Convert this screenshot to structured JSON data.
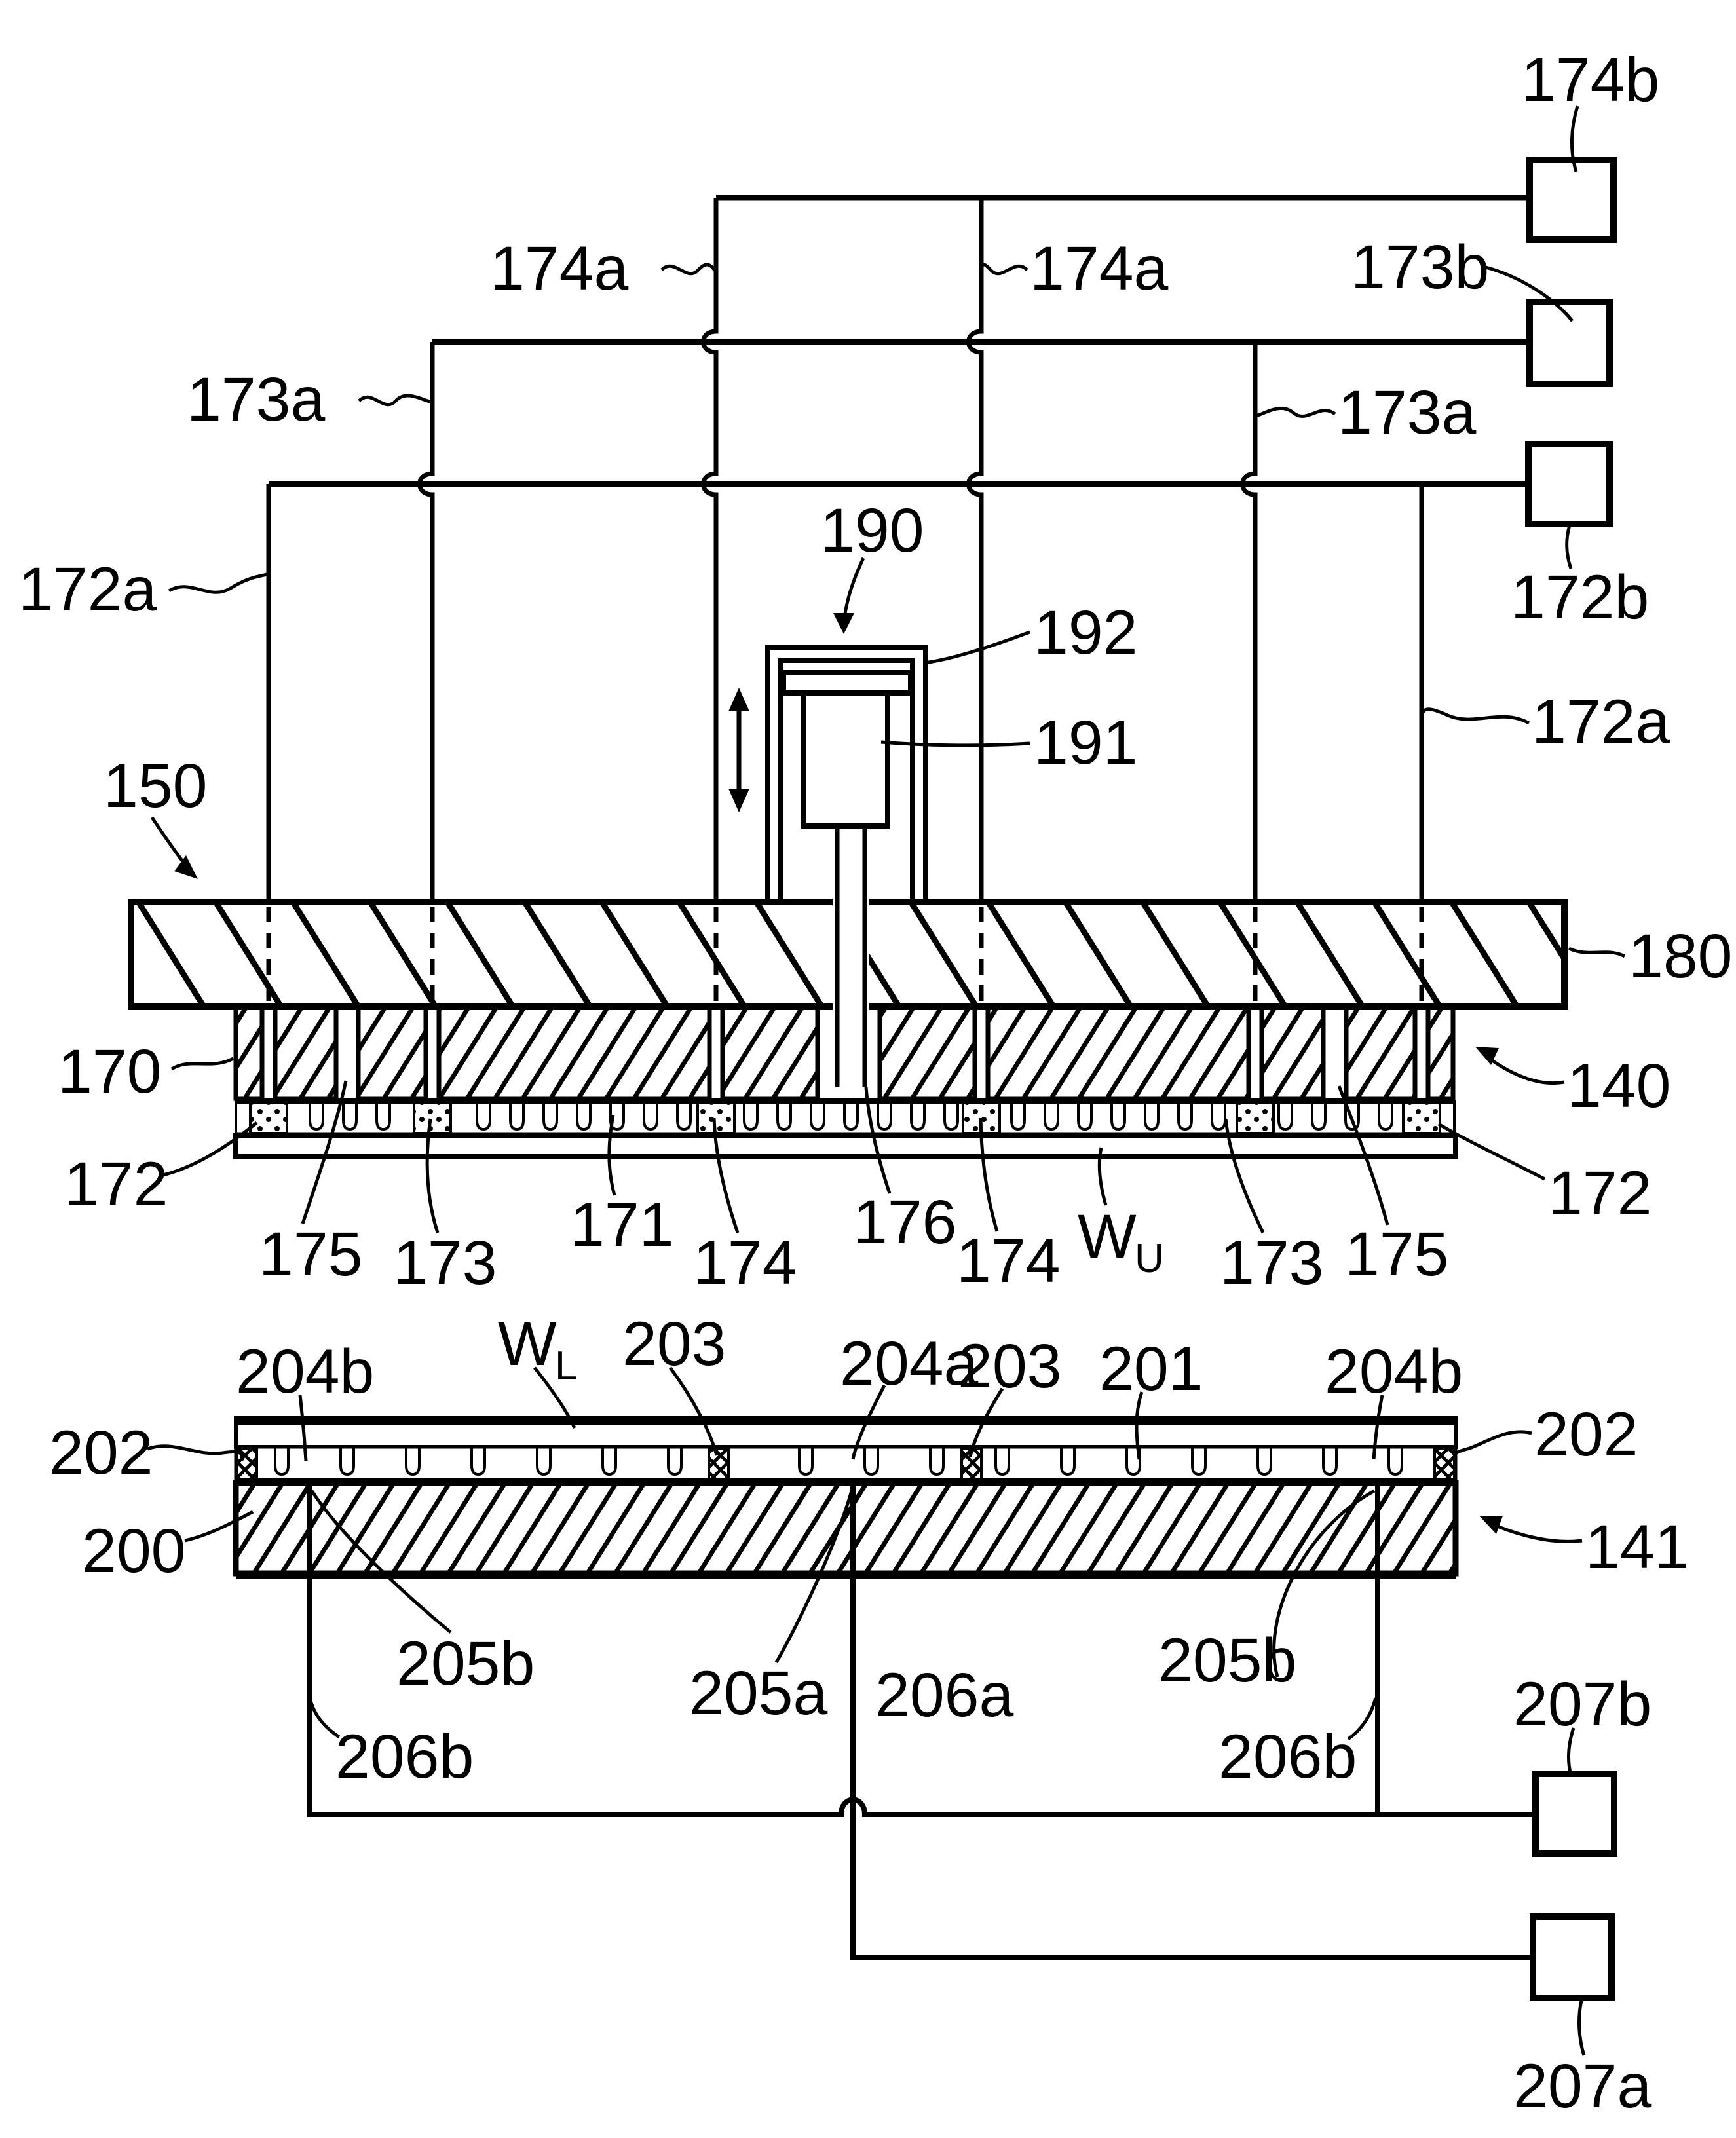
{
  "figure_labels": {
    "ref_174b": "174b",
    "ref_173b": "173b",
    "ref_172b": "172b",
    "ref_174a_left": "174a",
    "ref_174a_right": "174a",
    "ref_173a_left": "173a",
    "ref_173a_right": "173a",
    "ref_172a_left": "172a",
    "ref_172a_right": "172a",
    "ref_150": "150",
    "ref_190": "190",
    "ref_192": "192",
    "ref_191": "191",
    "ref_180": "180",
    "ref_170": "170",
    "ref_140": "140",
    "ref_172_left": "172",
    "ref_172_right": "172",
    "ref_175_left": "175",
    "ref_173_left": "173",
    "ref_171": "171",
    "ref_174_left": "174",
    "ref_176": "176",
    "ref_174_right": "174",
    "wafer_upper_main": "W",
    "wafer_upper_sub": "U",
    "ref_173_right": "173",
    "ref_175_right": "175",
    "ref_204b_left": "204b",
    "wafer_lower_main": "W",
    "wafer_lower_sub": "L",
    "ref_203_left": "203",
    "ref_204a": "204a",
    "ref_203_right": "203",
    "ref_201": "201",
    "ref_204b_right": "204b",
    "ref_202_left": "202",
    "ref_202_right": "202",
    "ref_200": "200",
    "ref_141": "141",
    "ref_205b_left": "205b",
    "ref_205a": "205a",
    "ref_206a": "206a",
    "ref_205b_right": "205b",
    "ref_206b_left": "206b",
    "ref_206b_right": "206b",
    "ref_207b": "207b",
    "ref_207a": "207a"
  },
  "colors": {
    "ink": "#000000",
    "paper": "#ffffff"
  }
}
